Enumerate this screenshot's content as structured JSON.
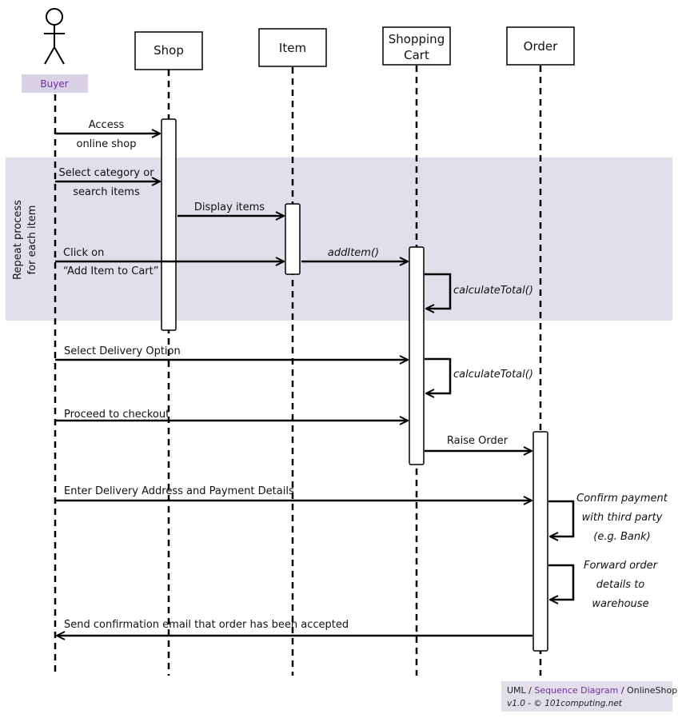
{
  "colors": {
    "loop_band": "#e2deea",
    "actor_label_bg": "#d9d2e6",
    "actor_label_text": "#7030a0",
    "credit_bg": "#e2deea",
    "credit_link": "#7030a0",
    "line": "#000000"
  },
  "loop": {
    "label_line1": "Repeat process",
    "label_line2": "for each item"
  },
  "participants": [
    {
      "id": "buyer",
      "label": "Buyer",
      "kind": "actor"
    },
    {
      "id": "shop",
      "label": "Shop",
      "kind": "box"
    },
    {
      "id": "item",
      "label": "Item",
      "kind": "box"
    },
    {
      "id": "cart",
      "label_line1": "Shopping",
      "label_line2": "Cart",
      "kind": "box"
    },
    {
      "id": "order",
      "label": "Order",
      "kind": "box"
    }
  ],
  "messages": [
    {
      "from": "buyer",
      "to": "shop",
      "lines": [
        "Access",
        "online shop"
      ]
    },
    {
      "from": "buyer",
      "to": "shop",
      "lines": [
        "Select category or",
        "search items"
      ]
    },
    {
      "from": "shop",
      "to": "item",
      "lines": [
        "Display items"
      ]
    },
    {
      "from": "buyer",
      "to": "item",
      "lines": [
        "Click on",
        "“Add Item to Cart”"
      ]
    },
    {
      "from": "item",
      "to": "cart",
      "lines": [
        "addItem()"
      ],
      "italic": true
    },
    {
      "from": "cart",
      "to": "cart",
      "lines": [
        "calculateTotal()"
      ],
      "italic": true,
      "self": true
    },
    {
      "from": "buyer",
      "to": "cart",
      "lines": [
        "Select Delivery Option"
      ]
    },
    {
      "from": "cart",
      "to": "cart",
      "lines": [
        "calculateTotal()"
      ],
      "italic": true,
      "self": true
    },
    {
      "from": "buyer",
      "to": "cart",
      "lines": [
        "Proceed to checkout"
      ]
    },
    {
      "from": "cart",
      "to": "order",
      "lines": [
        "Raise Order"
      ]
    },
    {
      "from": "buyer",
      "to": "order",
      "lines": [
        "Enter Delivery Address and Payment Details"
      ]
    },
    {
      "from": "order",
      "to": "order",
      "lines": [
        "Confirm payment",
        "with third party",
        "(e.g. Bank)"
      ],
      "italic": true,
      "self": true
    },
    {
      "from": "order",
      "to": "order",
      "lines": [
        "Forward order",
        "details to",
        "warehouse"
      ],
      "italic": true,
      "self": true
    },
    {
      "from": "order",
      "to": "buyer",
      "lines": [
        "Send confirmation email that order has been accepted"
      ]
    }
  ],
  "credit": {
    "uml": "UML / ",
    "link": "Sequence Diagram",
    "rest": " / OnlineShop",
    "line2": "v1.0  - © 101computing.net"
  }
}
